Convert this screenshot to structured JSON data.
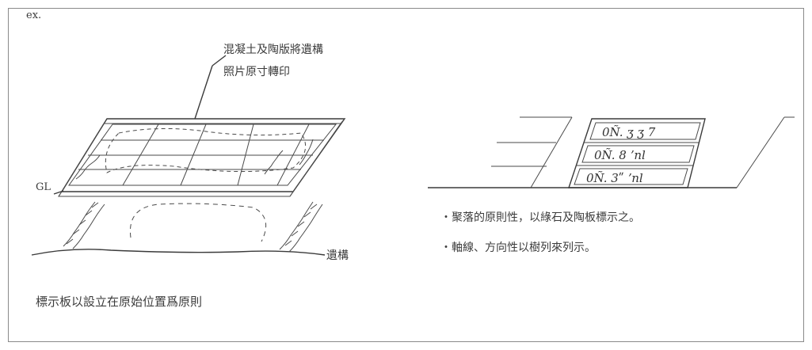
{
  "example_label": "ex.",
  "left_figure": {
    "callout_line1": "混凝土及陶版將遺構",
    "callout_line2": "照片原寸轉印",
    "ground_label": "GL",
    "remains_label": "遺構",
    "caption": "標示板以設立在原始位置爲原則"
  },
  "right_figure": {
    "row1": "0Ñ. ʒ   ʒ 7",
    "row2": "0Ñ.  8  ʼnl",
    "row3": "0Ñ. 3ʺ ʼnl",
    "bullet1": "‧聚落的原則性，以綠石及陶板標示之。",
    "bullet2": "‧軸線、方向性以樹列來列示。"
  }
}
